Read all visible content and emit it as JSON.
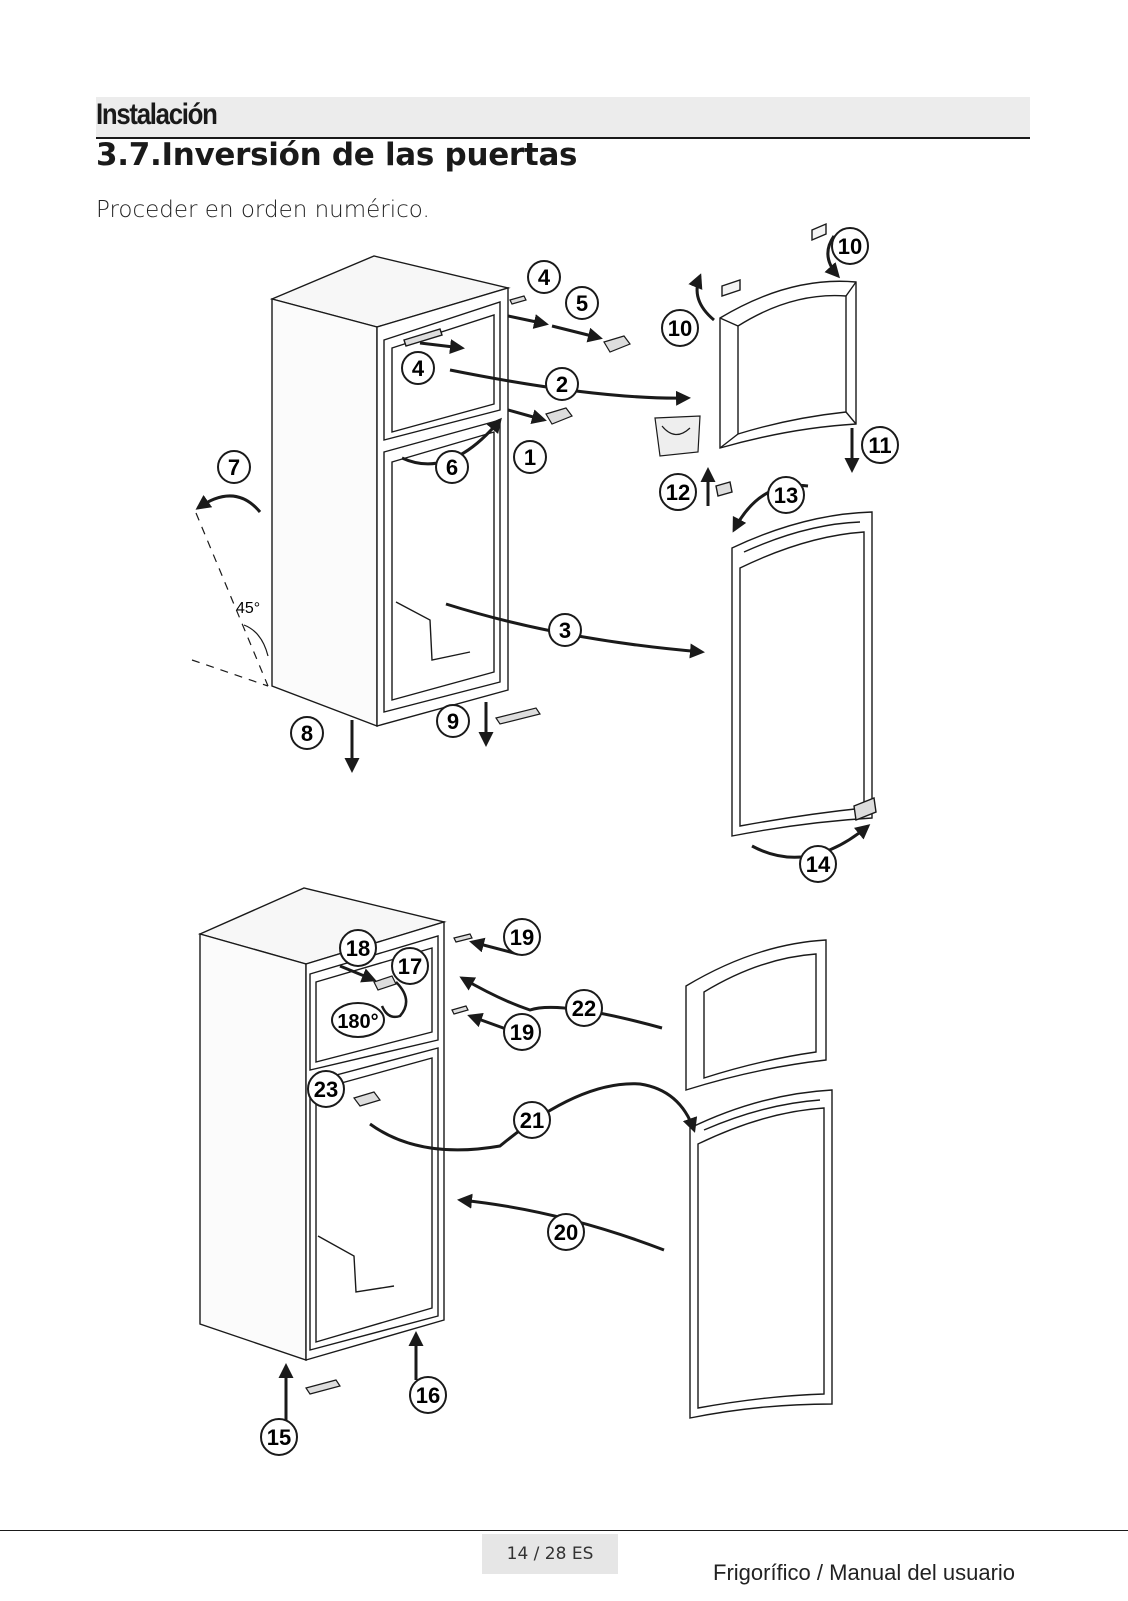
{
  "header": {
    "section": "Instalación",
    "title": "3.7.Inversión de las puertas",
    "instruction": "Proceder en orden numérico."
  },
  "diagram": {
    "angle_label": "45°",
    "rotation_label": "180°",
    "steps": [
      "1",
      "2",
      "3",
      "4",
      "4",
      "5",
      "6",
      "7",
      "8",
      "9",
      "10",
      "10",
      "11",
      "12",
      "13",
      "14",
      "15",
      "16",
      "17",
      "18",
      "19",
      "19",
      "20",
      "21",
      "22",
      "23"
    ]
  },
  "footer": {
    "page": "14 / 28 ES",
    "manual": "Frigorífico / Manual del usuario"
  }
}
